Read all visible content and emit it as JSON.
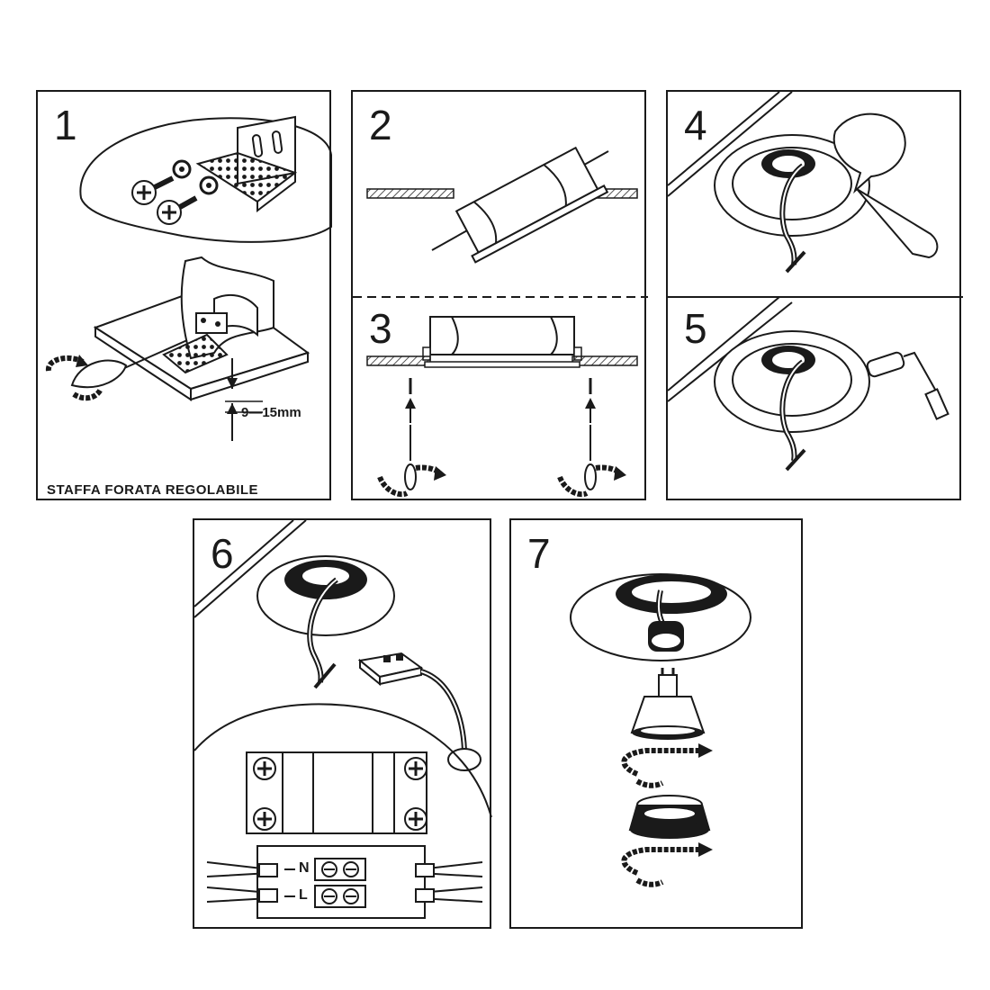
{
  "steps": [
    {
      "number": "1",
      "caption": "STAFFA FORATA REGOLABILE",
      "dimension": "9—15mm"
    },
    {
      "number": "2"
    },
    {
      "number": "3"
    },
    {
      "number": "4"
    },
    {
      "number": "5"
    },
    {
      "number": "6",
      "terminals": [
        "N",
        "L"
      ]
    },
    {
      "number": "7"
    }
  ],
  "colors": {
    "line": "#1a1a1a",
    "background": "#ffffff",
    "hatch": "#555555"
  },
  "icons": [
    "screw-icon",
    "washer-icon",
    "perforated-bracket-icon",
    "screwdriver-icon",
    "rotate-arrow-icon",
    "spring-clip-icon",
    "sandpaper-icon",
    "paint-roller-icon",
    "terminal-block-icon",
    "gu10-bulb-icon",
    "retaining-ring-icon"
  ]
}
